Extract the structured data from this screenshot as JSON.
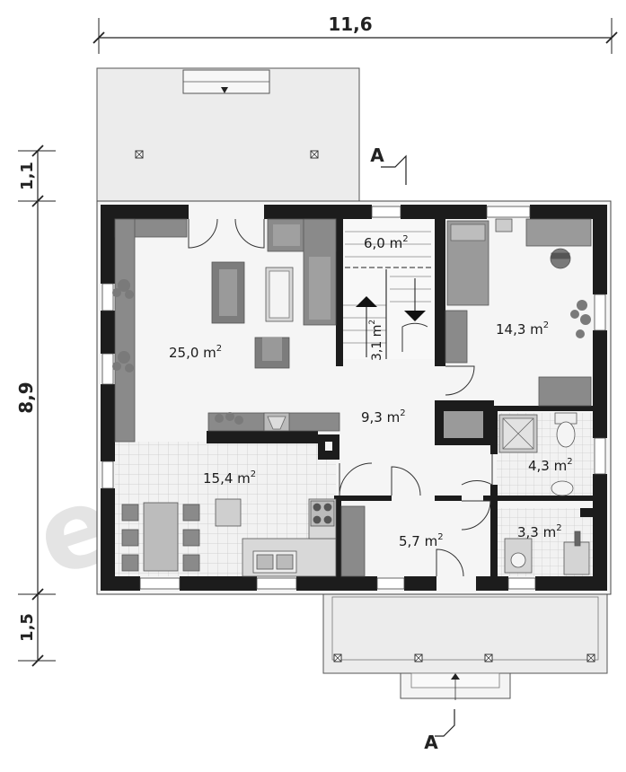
{
  "dimensions": {
    "overall_width": "11,6",
    "overall_depth": "8,9",
    "terrace_depth": "1,1",
    "porch_depth": "1,5"
  },
  "section": {
    "marker_top": "A",
    "marker_bottom": "A"
  },
  "rooms": [
    {
      "id": "living",
      "area": "25,0 m",
      "unit_sup": "2"
    },
    {
      "id": "stair-landing",
      "area": "6,0 m",
      "unit_sup": "2"
    },
    {
      "id": "stair",
      "area": "3,1 m",
      "unit_sup": "2"
    },
    {
      "id": "bedroom",
      "area": "14,3 m",
      "unit_sup": "2"
    },
    {
      "id": "hall",
      "area": "9,3 m",
      "unit_sup": "2"
    },
    {
      "id": "kitchen-dining",
      "area": "15,4 m",
      "unit_sup": "2"
    },
    {
      "id": "bathroom",
      "area": "4,3 m",
      "unit_sup": "2"
    },
    {
      "id": "entrance",
      "area": "5,7 m",
      "unit_sup": "2"
    },
    {
      "id": "utility",
      "area": "3,3 m",
      "unit_sup": "2"
    }
  ],
  "watermark": "extradom",
  "colors": {
    "wall": "#1c1c1c",
    "floor": "#f4f4f4",
    "furniture": "#8a8a8a",
    "terrace": "#ececec",
    "tile": "#e6e6e6"
  }
}
